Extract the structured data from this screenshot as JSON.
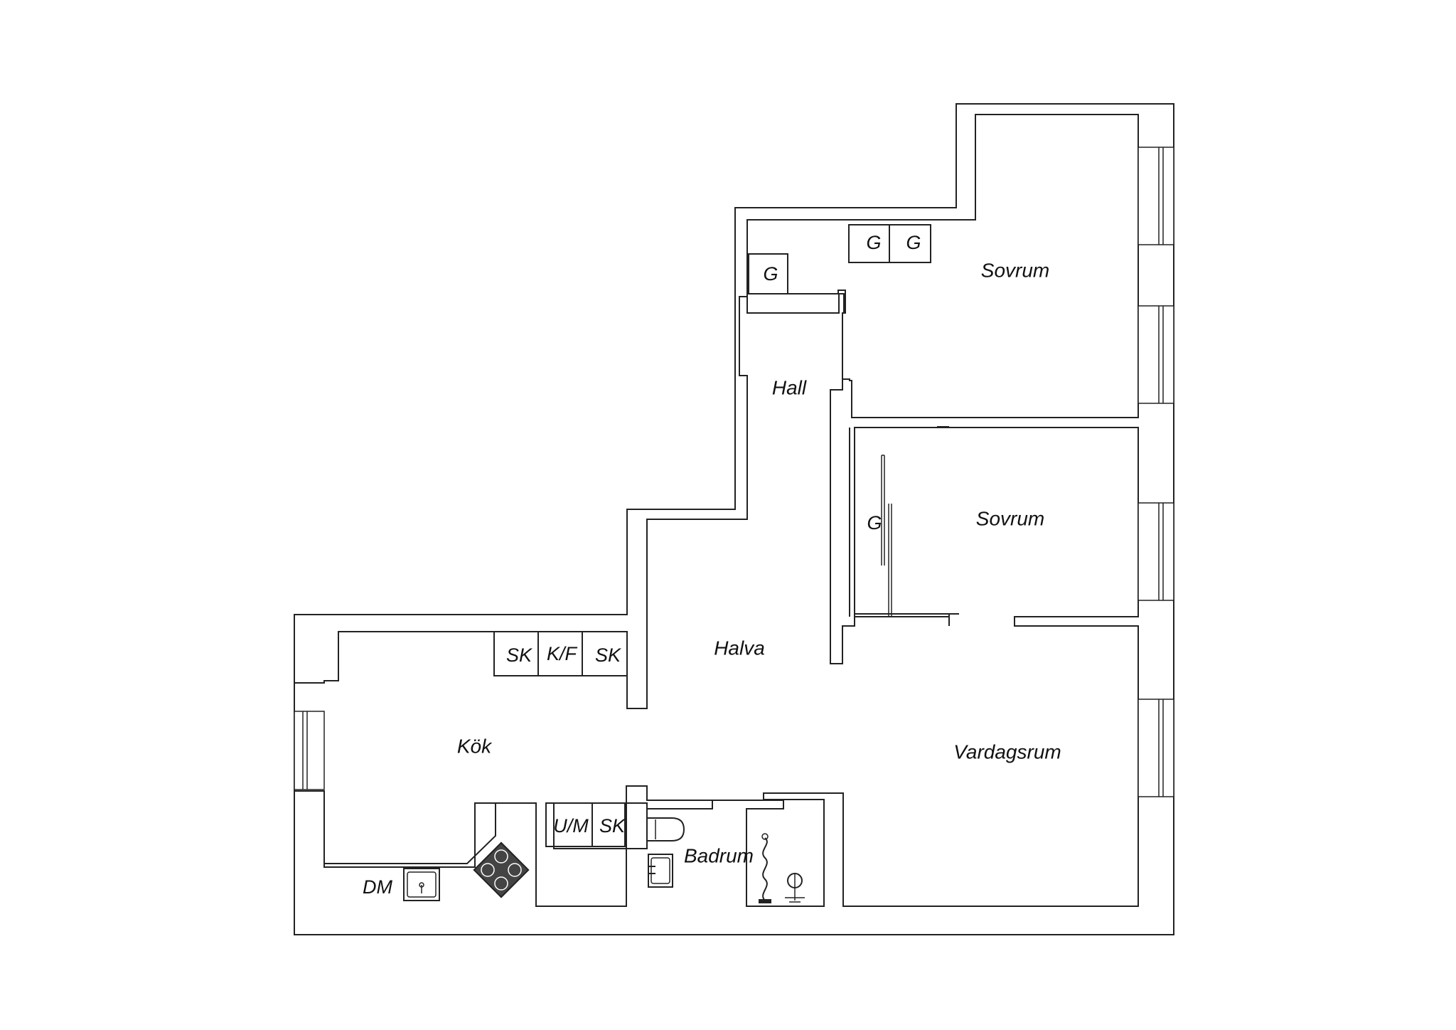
{
  "rooms": {
    "bedroom_top": "Sovrum",
    "bedroom_mid": "Sovrum",
    "hall": "Hall",
    "halva": "Halva",
    "kitchen": "Kök",
    "living": "Vardagsrum",
    "bathroom": "Badrum"
  },
  "fixtures": {
    "wardrobe_hall": "G",
    "wardrobe_top_1": "G",
    "wardrobe_top_2": "G",
    "wardrobe_mid": "G",
    "kitchen_cab_1": "SK",
    "fridge_freezer": "K/F",
    "kitchen_cab_2": "SK",
    "washer_dryer": "U/M",
    "bath_cab": "SK",
    "dishwasher": "DM"
  },
  "colors": {
    "line": "#222222",
    "background": "#ffffff",
    "stove": "#444444"
  }
}
